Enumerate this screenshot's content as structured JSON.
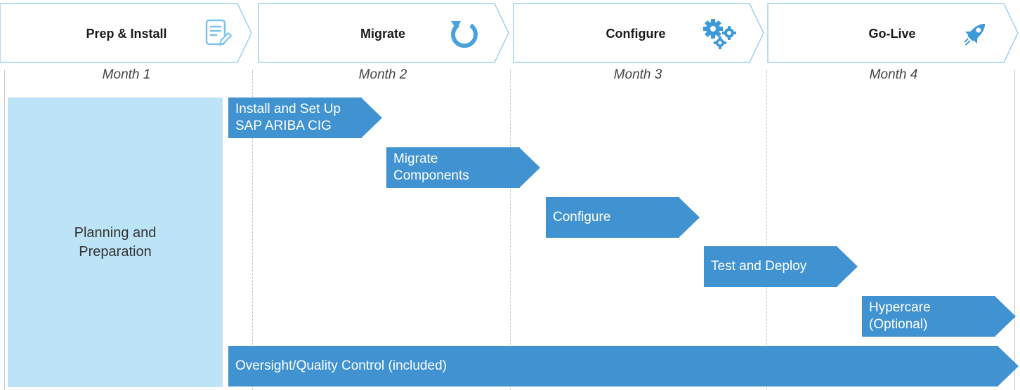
{
  "phases": [
    {
      "label": "Prep & Install",
      "icon": "document-edit-icon"
    },
    {
      "label": "Migrate",
      "icon": "refresh-icon"
    },
    {
      "label": "Configure",
      "icon": "gears-icon"
    },
    {
      "label": "Go-Live",
      "icon": "rocket-icon"
    }
  ],
  "months": [
    "Month 1",
    "Month 2",
    "Month 3",
    "Month 4"
  ],
  "planning": {
    "label": "Planning and\nPreparation"
  },
  "tasks": [
    {
      "label": "Install and Set Up\nSAP ARIBA CIG"
    },
    {
      "label": "Migrate\nComponents"
    },
    {
      "label": "Configure"
    },
    {
      "label": "Test and Deploy"
    },
    {
      "label": "Hypercare\n(Optional)"
    },
    {
      "label": "Oversight/Quality Control (included)"
    }
  ],
  "colors": {
    "phase_outline": "#9fd0ee",
    "icon": "#3d9ad8",
    "icon_light": "#7ec4ea",
    "task_fill": "#4192d0",
    "planning_fill": "#bde3f6"
  }
}
